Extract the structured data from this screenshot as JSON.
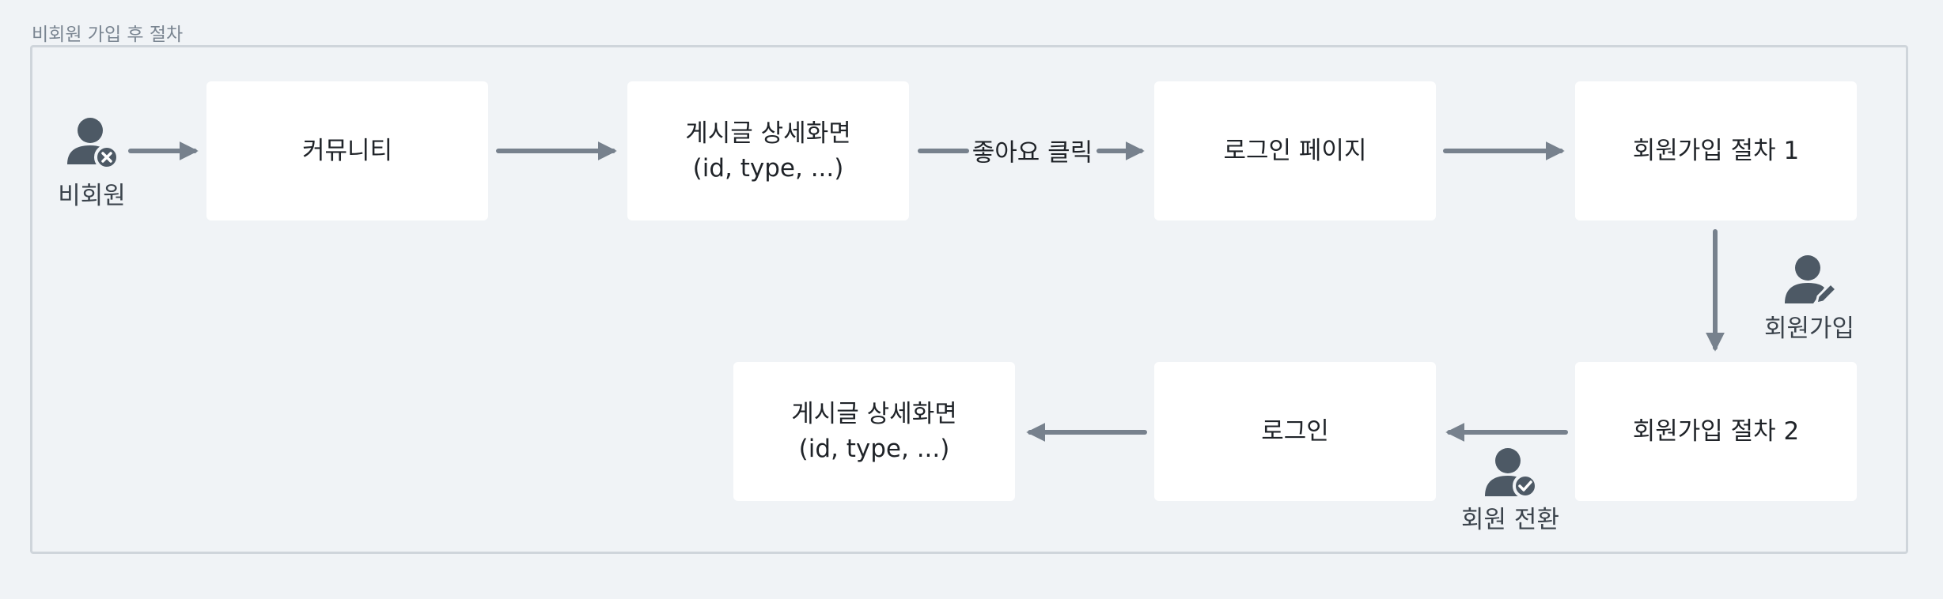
{
  "frame": {
    "title": "비회원 가입 후 절차"
  },
  "actors": {
    "guest": "비회원",
    "signup": "회원가입",
    "converted": "회원 전환"
  },
  "nodes": {
    "community": {
      "line1": "커뮤니티"
    },
    "post_detail_1": {
      "line1": "게시글 상세화면",
      "line2": "(id, type, ...)"
    },
    "login_page": {
      "line1": "로그인 페이지"
    },
    "signup_step1": {
      "line1": "회원가입 절차 1"
    },
    "signup_step2": {
      "line1": "회원가입 절차 2"
    },
    "login": {
      "line1": "로그인"
    },
    "post_detail_2": {
      "line1": "게시글 상세화면",
      "line2": "(id, type, ...)"
    }
  },
  "edges": {
    "like_click": "좋아요 클릭"
  },
  "colors": {
    "arrow": "#77818d",
    "icon": "#4d5965",
    "node_fill": "#ffffff",
    "background": "#f0f3f6",
    "frame_border": "#cfd5db"
  },
  "icons": {
    "guest": "person-x-icon",
    "signup": "person-pencil-icon",
    "converted": "person-check-icon"
  }
}
